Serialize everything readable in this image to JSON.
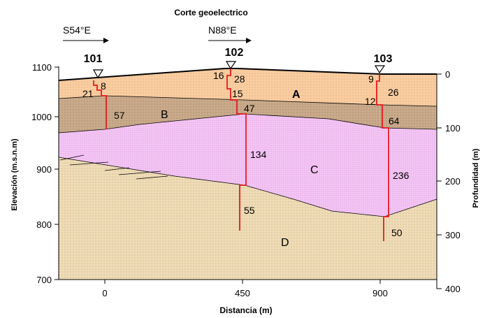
{
  "title": "Corte  geoelectrico",
  "directions": [
    "S54°E",
    "N88°E"
  ],
  "axes": {
    "x_label": "Distancia (m)",
    "y_left_label": "Elevación (m.s.n.m)",
    "y_right_label": "Profundidad (m)",
    "x_ticks": [
      "0",
      "450",
      "900"
    ],
    "y_left_ticks": [
      "1100",
      "1000",
      "900",
      "800",
      "700"
    ],
    "y_right_ticks": [
      "0",
      "100",
      "200",
      "300",
      "400"
    ]
  },
  "layers": {
    "A": "A",
    "B": "B",
    "C": "C",
    "D": "D"
  },
  "soundings": [
    {
      "id": "101",
      "values": [
        "8",
        "21",
        "57"
      ]
    },
    {
      "id": "102",
      "values": [
        "16",
        "28",
        "15",
        "47",
        "134",
        "55"
      ]
    },
    {
      "id": "103",
      "values": [
        "9",
        "26",
        "12",
        "64",
        "236",
        "50"
      ]
    }
  ],
  "colors": {
    "layer_a": "#f9cda0",
    "layer_b": "#c9ab8b",
    "layer_c": "#f4c7f5",
    "layer_d": "#efdcb6",
    "sounding_line": "#e6191d"
  }
}
